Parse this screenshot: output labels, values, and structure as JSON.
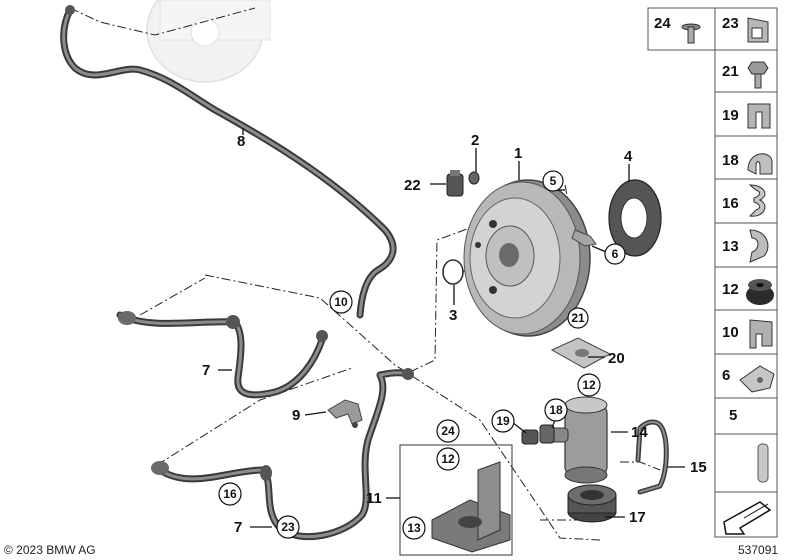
{
  "diagram": {
    "part_labels": {
      "p1": "1",
      "p2": "2",
      "p3": "3",
      "p4": "4",
      "p5": "5",
      "p6": "6",
      "p7a": "7",
      "p7b": "7",
      "p8": "8",
      "p9": "9",
      "p10": "10",
      "p11": "11",
      "p12a": "12",
      "p12b": "12",
      "p13": "13",
      "p14": "14",
      "p15": "15",
      "p16": "16",
      "p17": "17",
      "p18": "18",
      "p19": "19",
      "p20": "20",
      "p21": "21",
      "p22": "22",
      "p23": "23",
      "p24": "24"
    },
    "legend": [
      {
        "id": "24",
        "icon": "bolt-icon"
      },
      {
        "id": "23",
        "icon": "clip-icon"
      },
      {
        "id": "21",
        "icon": "hex-bolt-icon"
      },
      {
        "id": "19",
        "icon": "spring-clip-icon"
      },
      {
        "id": "18",
        "icon": "pipe-clip-icon"
      },
      {
        "id": "16",
        "icon": "double-clip-icon"
      },
      {
        "id": "13",
        "icon": "bracket-clip-icon"
      },
      {
        "id": "12",
        "icon": "grommet-icon"
      },
      {
        "id": "10",
        "icon": "holder-clip-icon"
      },
      {
        "id": "6",
        "icon": "retainer-clip-icon"
      },
      {
        "id": "5",
        "icon": "pin-icon"
      }
    ],
    "copyright": "© 2023 BMW AG",
    "diagram_number": "537091"
  }
}
